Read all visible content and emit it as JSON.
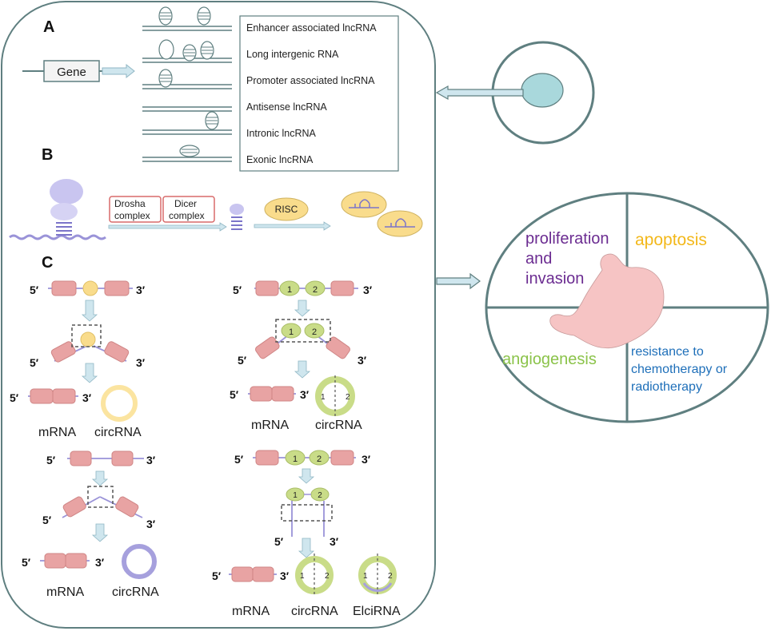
{
  "panels": {
    "a": "A",
    "b": "B",
    "c": "C"
  },
  "panel_a": {
    "gene_label": "Gene",
    "types": [
      "Enhancer associated lncRNA",
      "Long intergenic RNA",
      "Promoter associated lncRNA",
      "Antisense lncRNA",
      "Intronic lncRNA",
      "Exonic lncRNA"
    ]
  },
  "panel_b": {
    "drosha": [
      "Drosha",
      "complex"
    ],
    "dicer": [
      "Dicer",
      "complex"
    ],
    "risc": "RISC"
  },
  "panel_c": {
    "five_prime": "5′",
    "three_prime": "3′",
    "exon_numbers": [
      "1",
      "2"
    ],
    "mrna": "mRNA",
    "circrna": "circRNA",
    "elcirna": "ElciRNA"
  },
  "effects": {
    "proliferation": [
      "proliferation",
      "and",
      "invasion"
    ],
    "apoptosis": "apoptosis",
    "angiogenesis": "angiogenesis",
    "resistance": [
      "resistance to",
      "chemotherapy or",
      "radiotherapy"
    ]
  },
  "colors": {
    "outline": "#5f7f80",
    "arrow_fill": "#cfe6ee",
    "exon": "#e8a3a3",
    "exon_yellow": "#f9dc8c",
    "exon_green": "#c9dc88",
    "circ_yellow": "#fbe4a0",
    "circ_purple": "#a6a0dd",
    "cell_nucleus": "#a9d8dc",
    "stomach": "#f6c4c4",
    "proliferation": "#6b2c91",
    "apoptosis": "#f3b81a",
    "angiogenesis": "#8bc34a",
    "resistance": "#1e6fb9"
  }
}
